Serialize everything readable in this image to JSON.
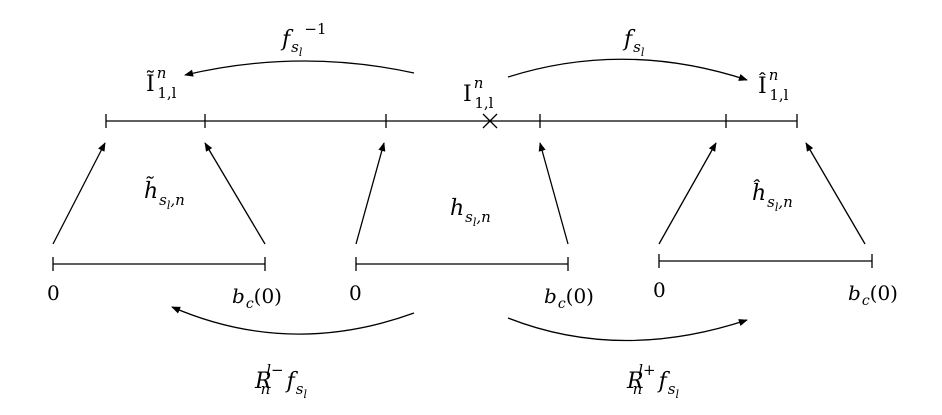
{
  "top_axis": {
    "left_label": {
      "base": "Ĩ",
      "sup": "n",
      "sub": "1,l"
    },
    "center_label": {
      "base": "I",
      "sup": "n",
      "sub": "1,l"
    },
    "right_label": {
      "base": "Î",
      "sup": "n",
      "sub": "1,l"
    }
  },
  "maps": {
    "inverse": {
      "base": "f",
      "sub": "s",
      "subsub": "l",
      "sup": "−1"
    },
    "forward": {
      "base": "f",
      "sub": "s",
      "subsub": "l"
    }
  },
  "triangles": {
    "left": {
      "base": "h̃",
      "sub": "s",
      "subsub": "l",
      "sub2": ",n"
    },
    "middle": {
      "base": "h",
      "sub": "s",
      "subsub": "l",
      "sub2": ",n"
    },
    "right": {
      "base": "ĥ",
      "sub": "s",
      "subsub": "l",
      "sub2": ",n"
    }
  },
  "bottom_intervals": {
    "start_label": "0",
    "end_label": {
      "base": "b",
      "sub": "c",
      "arg": "(0)"
    }
  },
  "rotations": {
    "minus": {
      "R": "R",
      "sub": "n",
      "sup": "l−",
      "f": "f",
      "fsub": "s",
      "fsubsub": "l"
    },
    "plus": {
      "R": "R",
      "sub": "n",
      "sup": "l+",
      "f": "f",
      "fsub": "s",
      "fsubsub": "l"
    }
  }
}
